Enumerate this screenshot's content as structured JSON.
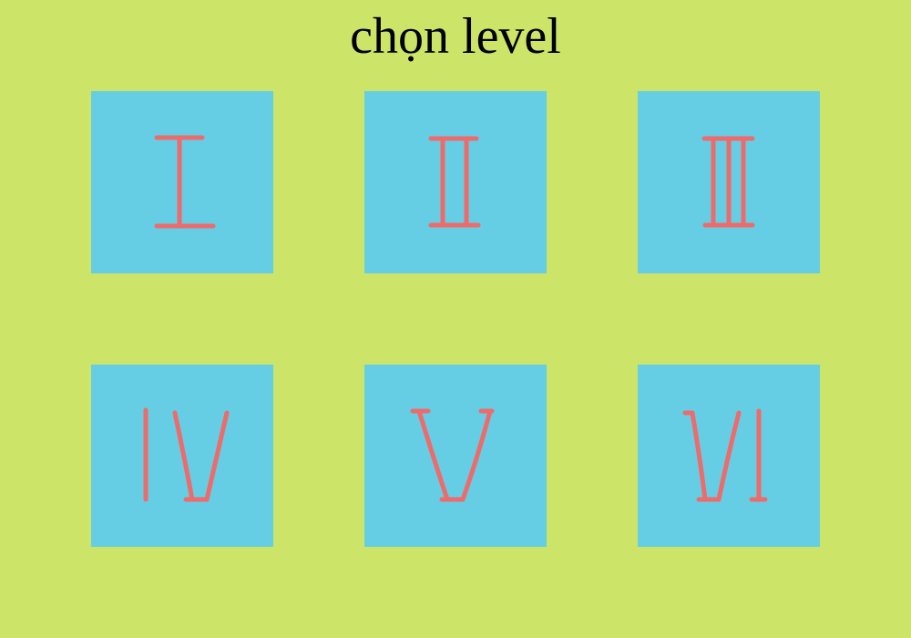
{
  "title": "chọn level",
  "colors": {
    "background": "#cce468",
    "tile": "#65cee5",
    "numeral": "#ee6b6b"
  },
  "levels": [
    {
      "numeral": "I"
    },
    {
      "numeral": "II"
    },
    {
      "numeral": "III"
    },
    {
      "numeral": "IV"
    },
    {
      "numeral": "V"
    },
    {
      "numeral": "VI"
    }
  ]
}
